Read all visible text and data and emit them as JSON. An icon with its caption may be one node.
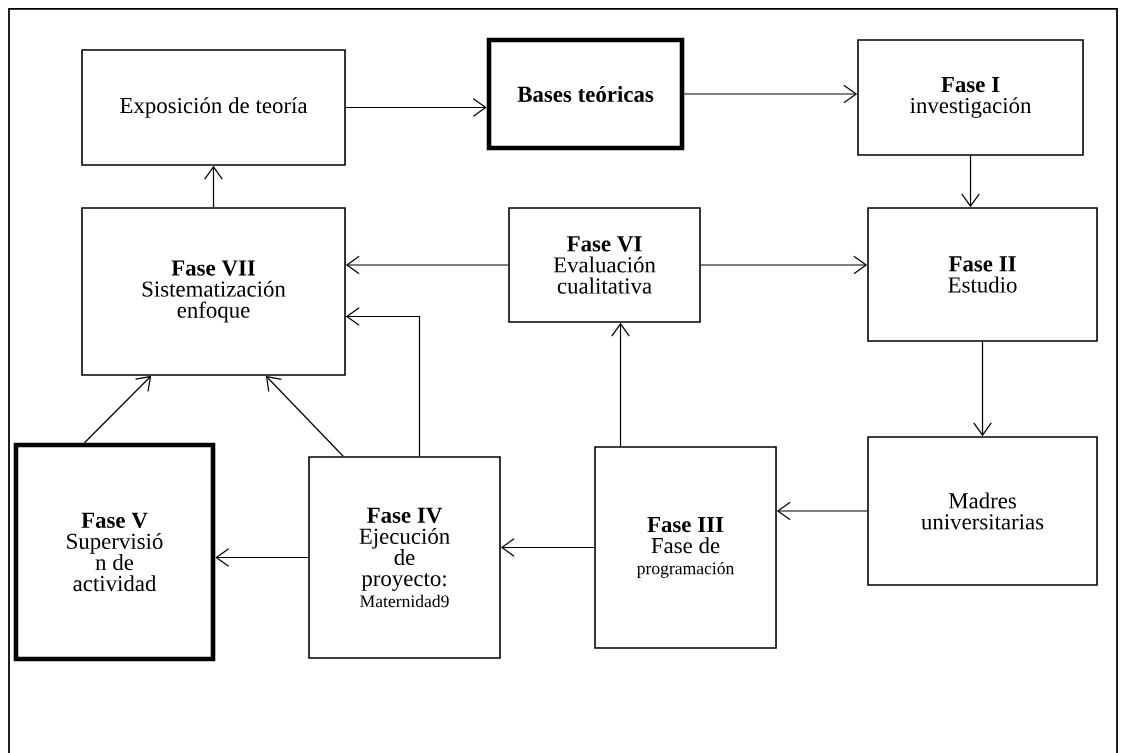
{
  "diagram": {
    "nodes": [
      {
        "text": [
          "Exposición de teoría"
        ]
      },
      {
        "text": [
          "Bases teóricas"
        ]
      },
      {
        "text": [
          "Fase I",
          "investigación"
        ]
      },
      {
        "text": [
          "Fase VII",
          "Sistematización enfoque"
        ]
      },
      {
        "text": [
          "Fase VI",
          "Evaluación cualitativa"
        ]
      },
      {
        "text": [
          "Fase II",
          "Estudio"
        ]
      },
      {
        "text": [
          "Madres universitarias"
        ]
      },
      {
        "text": [
          "Fase V",
          "Supervisió n de actividad"
        ]
      },
      {
        "text": [
          "Fase IV",
          "Ejecución de proyecto:",
          "Maternidad9"
        ]
      },
      {
        "text": [
          "Fase III",
          "Fase de",
          "programación"
        ]
      }
    ],
    "edges": [
      {
        "from": 0,
        "to": 1,
        "arrow": "to"
      },
      {
        "from": 1,
        "to": 2,
        "arrow": "to"
      },
      {
        "from": 2,
        "to": 5,
        "arrow": "to"
      },
      {
        "from": 3,
        "to": 0,
        "arrow": "to"
      },
      {
        "from": 4,
        "to": 3,
        "arrow": "to"
      },
      {
        "from": 4,
        "to": 5,
        "arrow": "to"
      },
      {
        "from": 5,
        "to": 6,
        "arrow": "to"
      },
      {
        "from": 6,
        "to": 9,
        "arrow": "to"
      },
      {
        "from": 9,
        "to": 8,
        "arrow": "to"
      },
      {
        "from": 8,
        "to": 7,
        "arrow": "to"
      },
      {
        "from": 9,
        "to": 4,
        "arrow": "to"
      },
      {
        "from": 8,
        "to": 3,
        "arrow": "to"
      },
      {
        "from": 8,
        "to": 3,
        "arrow": "to"
      },
      {
        "from": 7,
        "to": 3,
        "arrow": "to"
      }
    ]
  }
}
